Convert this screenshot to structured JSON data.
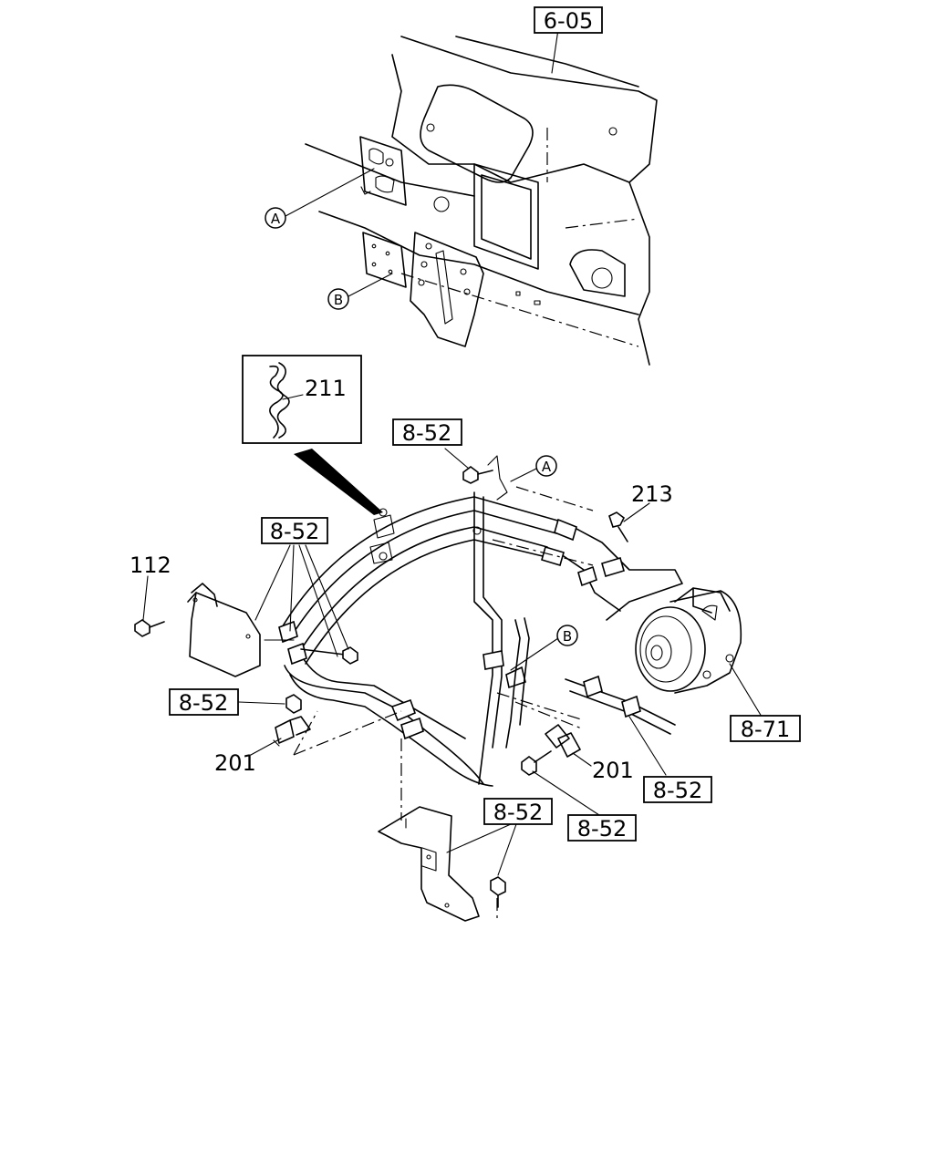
{
  "refs": {
    "ref_605": "6-05",
    "ref_852_top": "8-52",
    "ref_852_left": "8-52",
    "ref_852_mid": "8-52",
    "ref_852_right": "8-52",
    "ref_852_bottom_right": "8-52",
    "ref_852_bottom": "8-52",
    "ref_871": "8-71"
  },
  "part_numbers": {
    "p211": "211",
    "p213": "213",
    "p112": "112",
    "p201_left": "201",
    "p201_right": "201"
  },
  "markers": {
    "a_top": "A",
    "b_top": "B",
    "a_bottom": "A",
    "b_bottom": "B"
  }
}
